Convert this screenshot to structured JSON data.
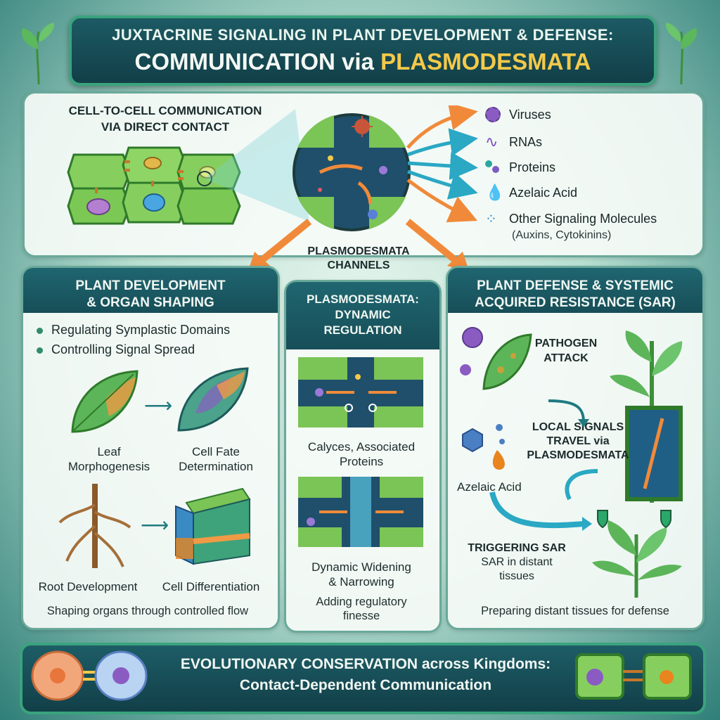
{
  "title": {
    "line1": "JUXTACRINE SIGNALING IN PLANT DEVELOPMENT & DEFENSE:",
    "line2_pre": "COMMUNICATION via ",
    "line2_accent": "PLASMODESMATA"
  },
  "top": {
    "heading_line1": "CELL-TO-CELL COMMUNICATION",
    "heading_line2": "VIA DIRECT CONTACT",
    "channel_label_line1": "PLASMODESMATA",
    "channel_label_line2": "CHANNELS",
    "molecules": [
      {
        "label": "Viruses"
      },
      {
        "label": "RNAs"
      },
      {
        "label": "Proteins"
      },
      {
        "label": "Azelaic Acid"
      },
      {
        "label": "Other Signaling Molecules",
        "sub": "(Auxins, Cytokinins)"
      }
    ]
  },
  "development": {
    "heading_line1": "PLANT DEVELOPMENT",
    "heading_line2": "& ORGAN SHAPING",
    "bullets": [
      "Regulating Symplastic Domains",
      "Controlling Signal Spread"
    ],
    "leaf_label_line1": "Leaf",
    "leaf_label_line2": "Morphogenesis",
    "fate_label_line1": "Cell Fate",
    "fate_label_line2": "Determination",
    "root_label": "Root Development",
    "diff_label": "Cell Differentiation",
    "caption": "Shaping organs through controlled flow"
  },
  "middle": {
    "heading_line1": "PLASMODESMATA:",
    "heading_line2": "DYNAMIC",
    "heading_line3": "REGULATION",
    "label1_line1": "Calyces, Associated",
    "label1_line2": "Proteins",
    "label2_line1": "Dynamic Widening",
    "label2_line2": "& Narrowing",
    "caption_line1": "Adding regulatory",
    "caption_line2": "finesse"
  },
  "defense": {
    "heading_line1": "PLANT DEFENSE & SYSTEMIC",
    "heading_line2": "ACQUIRED RESISTANCE (SAR)",
    "pathogen_line1": "PATHOGEN",
    "pathogen_line2": "ATTACK",
    "local_line1": "LOCAL SIGNALS",
    "local_line2": "TRAVEL via",
    "local_line3": "PLASMODESMATA",
    "azelaic": "Azelaic Acid",
    "trigger_line1": "TRIGGERING SAR",
    "trigger_line2": "SAR in distant",
    "trigger_line3": "tissues",
    "caption": "Preparing distant tissues for defense"
  },
  "bottom": {
    "line1": "EVOLUTIONARY CONSERVATION across Kingdoms:",
    "line2": "Contact-Dependent Communication"
  }
}
